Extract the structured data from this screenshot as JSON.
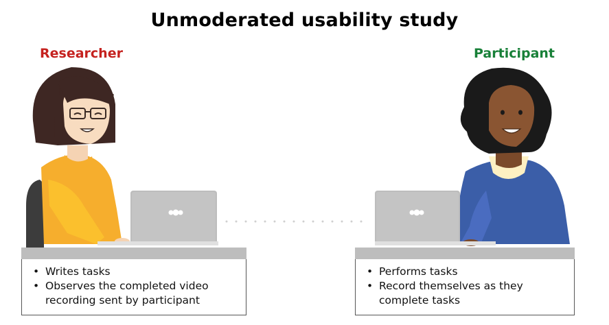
{
  "title": "Unmoderated usability study",
  "researcher": {
    "label": "Researcher",
    "tasks": [
      "Writes tasks",
      "Observes the completed video recording sent by participant"
    ]
  },
  "participant": {
    "label": "Participant",
    "tasks": [
      "Performs tasks",
      "Record themselves as they complete tasks"
    ]
  },
  "colors": {
    "researcher_label": "#c5221f",
    "participant_label": "#188038",
    "researcher_shirt": "#f6ae2d",
    "participant_shirt": "#3b5ea8",
    "laptop": "#bdbdbd",
    "desk": "#bdbdbd"
  },
  "icons": [
    "researcher-figure",
    "participant-figure",
    "laptop-icon",
    "connection-dots"
  ]
}
